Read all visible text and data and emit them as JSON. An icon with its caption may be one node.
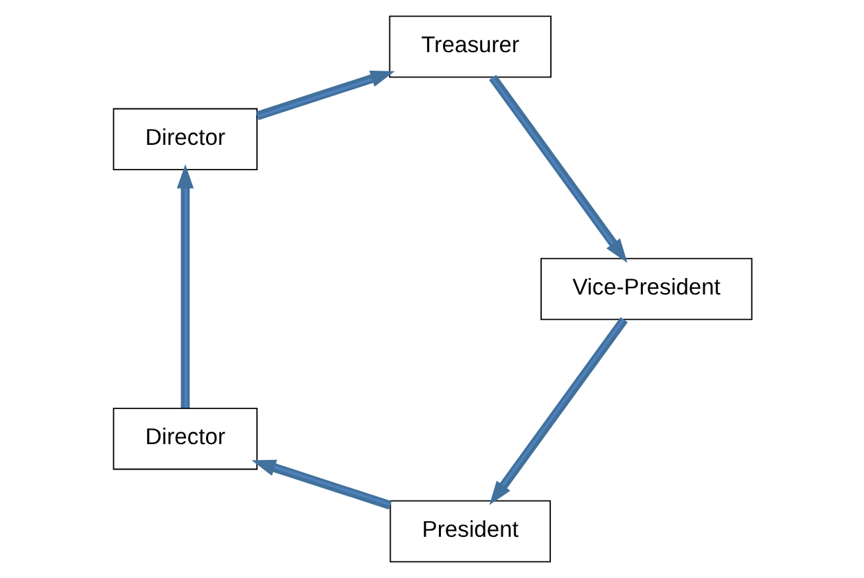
{
  "diagram": {
    "nodes": [
      {
        "text": [
          "President"
        ]
      },
      {
        "text": [
          "Director"
        ]
      },
      {
        "text": [
          "Director"
        ]
      },
      {
        "text": [
          "Treasurer"
        ]
      },
      {
        "text": [
          "Vice-President"
        ]
      }
    ],
    "edges": [
      {
        "from": 0,
        "to": 1,
        "arrow": "to"
      },
      {
        "from": 1,
        "to": 2,
        "arrow": "to"
      },
      {
        "from": 2,
        "to": 3,
        "arrow": "to"
      },
      {
        "from": 3,
        "to": 4,
        "arrow": "to"
      },
      {
        "from": 4,
        "to": 0,
        "arrow": "to"
      }
    ]
  }
}
